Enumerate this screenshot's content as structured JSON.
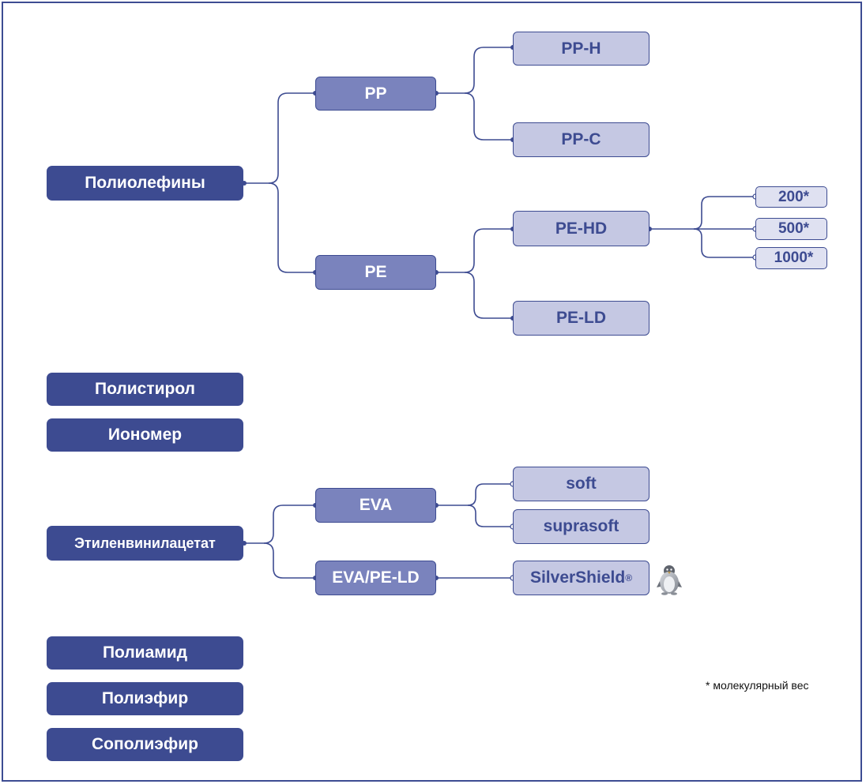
{
  "colors": {
    "dark_box": "#3d4b91",
    "mid_box": "#7a83bd",
    "light_box": "#c5c8e3",
    "lightest_box": "#dfe1f1",
    "line": "#3d4b91"
  },
  "groups": {
    "polyolefins": "Полиолефины",
    "pp": "PP",
    "pp_h": "PP-H",
    "pp_c": "PP-C",
    "pe": "PE",
    "pe_hd": "PE-HD",
    "pe_hd_200": "200*",
    "pe_hd_500": "500*",
    "pe_hd_1000": "1000*",
    "pe_ld": "PE-LD",
    "polystyrene": "Полистирол",
    "ionomer": "Иономер",
    "eva_family": "Этиленвинилацетат",
    "eva": "EVA",
    "eva_soft": "soft",
    "eva_suprasoft": "suprasoft",
    "eva_pe_ld": "EVA/PE-LD",
    "silvershield": "SilverShield",
    "silvershield_mark": "®",
    "polyamide": "Полиамид",
    "polyester": "Полиэфир",
    "copolyester": "Сополиэфир"
  },
  "icons": {
    "silvershield_logo": "penguin-icon"
  },
  "footnote": "* молекулярный вес"
}
